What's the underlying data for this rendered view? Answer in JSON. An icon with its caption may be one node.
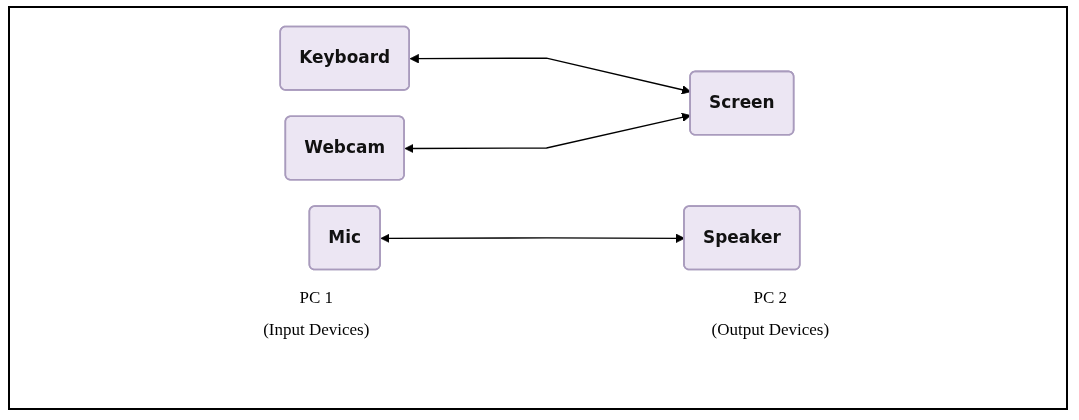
{
  "diagram": {
    "nodes": [
      {
        "text": [
          "Keyboard"
        ]
      },
      {
        "text": [
          "Mic"
        ]
      },
      {
        "text": [
          "Webcam"
        ]
      },
      {
        "text": [
          "Screen"
        ]
      },
      {
        "text": [
          "Speaker"
        ]
      }
    ],
    "edges": [
      {
        "from": 0,
        "to": 3,
        "arrow": "both"
      },
      {
        "from": 1,
        "to": 4,
        "arrow": "both"
      },
      {
        "from": 2,
        "to": 3,
        "arrow": "both"
      }
    ],
    "labels": [
      "PC 1",
      "PC 2",
      "(Input Devices)",
      "(Output Devices)"
    ]
  }
}
